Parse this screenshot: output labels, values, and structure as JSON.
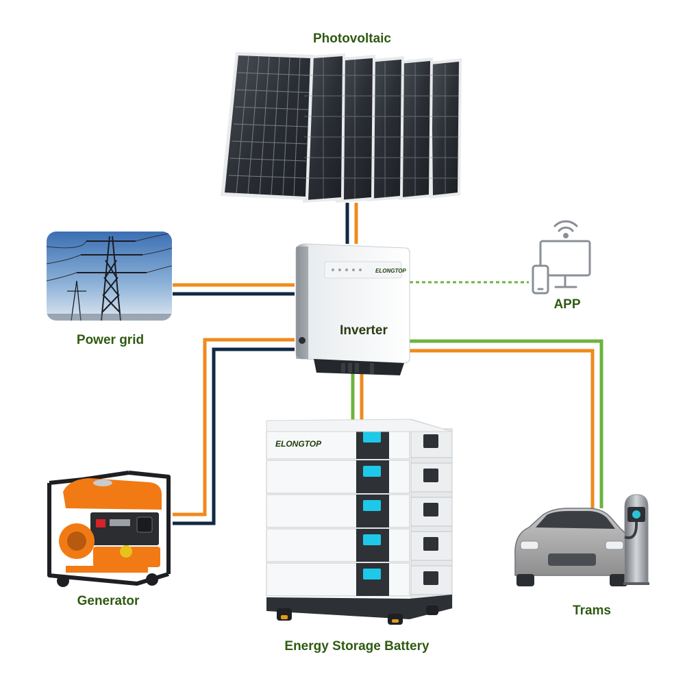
{
  "labels": {
    "photovoltaic": "Photovoltaic",
    "power_grid": "Power grid",
    "app": "APP",
    "inverter": "Inverter",
    "generator": "Generator",
    "trams": "Trams",
    "battery": "Energy Storage Battery"
  },
  "brand": {
    "inverter_logo": "ELONGTOP",
    "battery_logo": "ELONGTOP"
  },
  "colors": {
    "label_green": "#2f5a12",
    "ac_line_orange": "#f08a1c",
    "dc_line_navy": "#102a44",
    "data_line_green": "#6db33f",
    "battery_screen": "#1ec8e8"
  },
  "icons": {
    "wifi": "wifi-icon",
    "monitor": "monitor-icon",
    "phone": "phone-icon"
  }
}
